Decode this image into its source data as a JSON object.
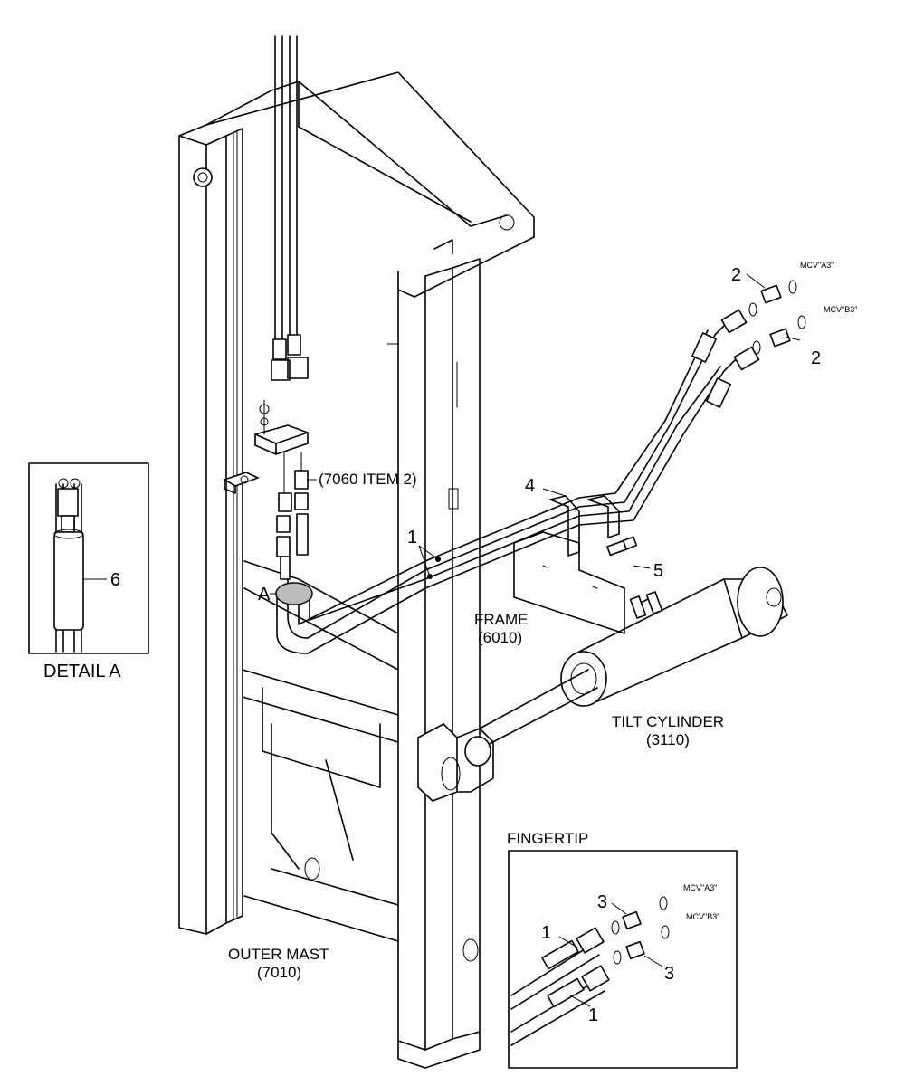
{
  "labels": {
    "callout_2_top": "2",
    "mcv_a3_top": "MCV\"A3\"",
    "mcv_b3_top": "MCV\"B3\"",
    "callout_2_right": "2",
    "ref_7060": "(7060 ITEM 2)",
    "callout_4": "4",
    "callout_1_main": "1",
    "callout_5": "5",
    "callout_a": "A",
    "callout_6": "6",
    "detail_a": "DETAIL A",
    "frame_name": "FRAME",
    "frame_code": "(6010)",
    "tilt_name": "TILT CYLINDER",
    "tilt_code": "(3110)",
    "fingertip_title": "FINGERTIP",
    "ft_callout_3_top": "3",
    "ft_mcv_a3": "MCV\"A3\"",
    "ft_mcv_b3": "MCV\"B3\"",
    "ft_callout_1_top": "1",
    "ft_callout_3_bottom": "3",
    "ft_callout_1_bottom": "1",
    "outer_mast_name": "OUTER MAST",
    "outer_mast_code": "(7010)"
  }
}
